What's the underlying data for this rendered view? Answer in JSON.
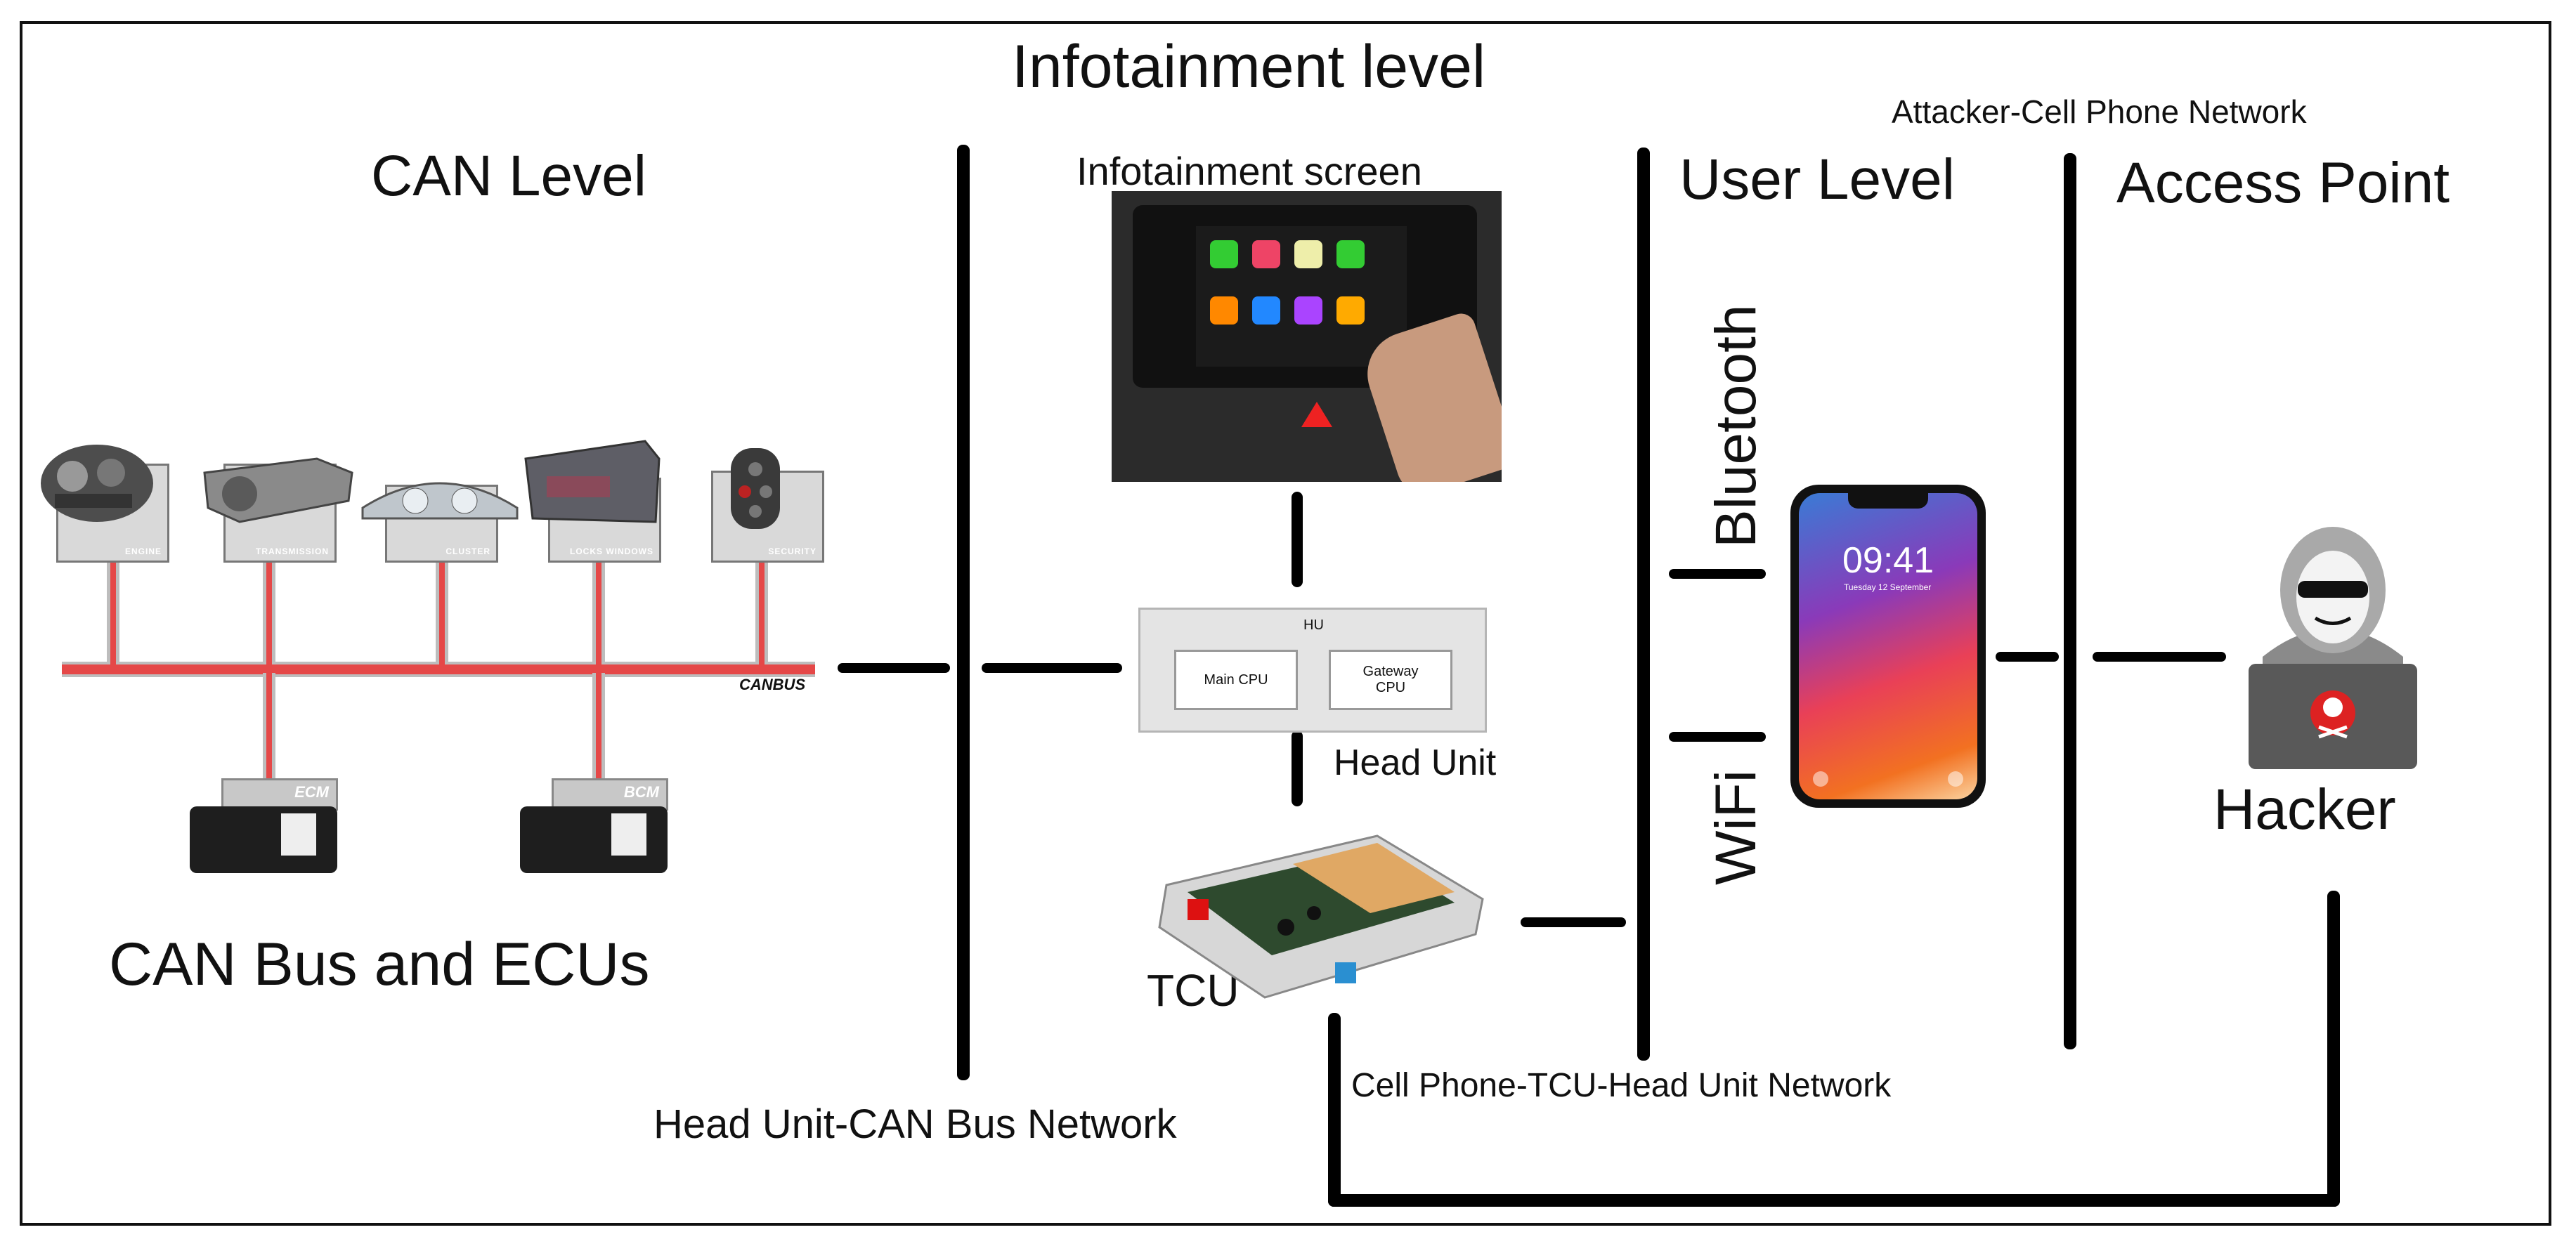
{
  "title": "Infotainment level",
  "levels": {
    "can": "CAN Level",
    "user": "User Level",
    "access": "Access Point"
  },
  "labels": {
    "infotainment_screen": "Infotainment screen",
    "attacker_network": "Attacker-Cell Phone Network",
    "can_bus_ecus": "CAN Bus and ECUs",
    "head_unit": "Head Unit",
    "tcu": "TCU",
    "hacker": "Hacker",
    "bluetooth": "Bluetooth",
    "wifi": "WiFi",
    "hu_can_network": "Head Unit-CAN Bus Network",
    "phone_tcu_hu_network": "Cell Phone-TCU-Head Unit Network",
    "canbus": "CANBUS"
  },
  "hu": {
    "title": "HU",
    "main_cpu": "Main CPU",
    "gateway_cpu": "Gateway CPU"
  },
  "devices": [
    {
      "name": "ENGINE"
    },
    {
      "name": "TRANSMISSION"
    },
    {
      "name": "CLUSTER"
    },
    {
      "name": "LOCKS WINDOWS"
    },
    {
      "name": "SECURITY"
    }
  ],
  "ecus": [
    {
      "name": "ECM"
    },
    {
      "name": "BCM"
    }
  ],
  "phone": {
    "time": "09:41",
    "date": "Tuesday 12 September"
  },
  "colors": {
    "bus_red": "#e54848",
    "bus_gray": "#bdbdbd",
    "line": "#000000"
  }
}
